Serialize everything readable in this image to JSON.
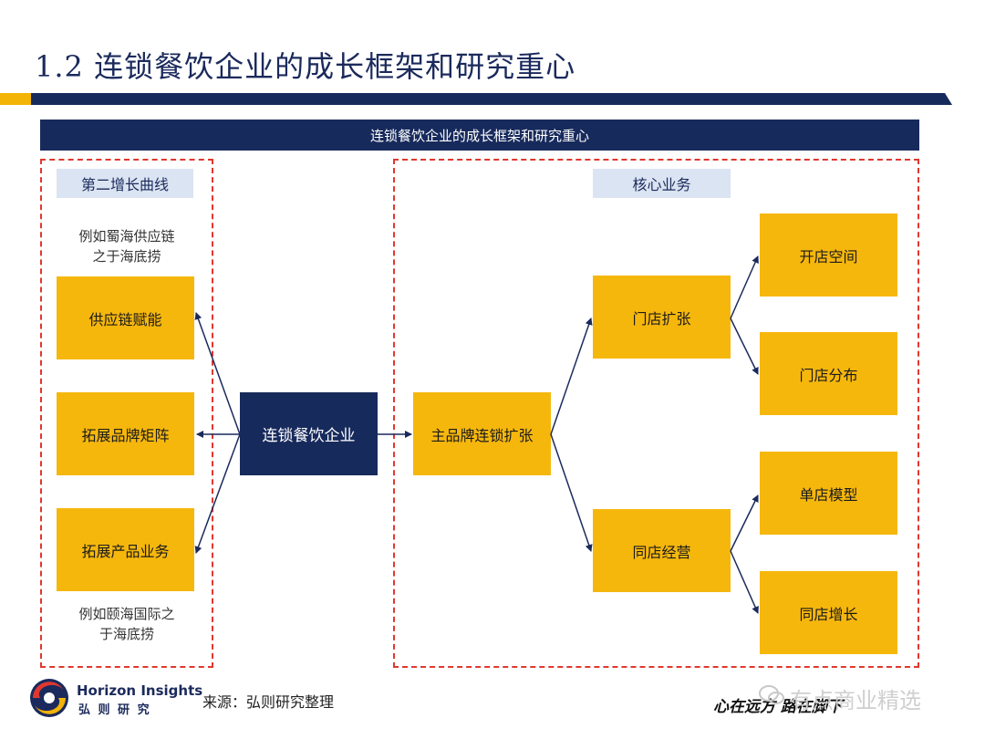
{
  "title": "1.2 连锁餐饮企业的成长框架和研究重心",
  "header_bar": "连锁餐饮企业的成长框架和研究重心",
  "left_panel": {
    "label": "第二增长曲线",
    "note_top": [
      "例如蜀海供应链",
      "之于海底捞"
    ],
    "boxes": [
      "供应链赋能",
      "拓展品牌矩阵",
      "拓展产品业务"
    ],
    "note_bottom": [
      "例如颐海国际之",
      "于海底捞"
    ]
  },
  "center_box": "连锁餐饮企业",
  "right_panel": {
    "label": "核心业务",
    "main_box": "主品牌连锁扩张",
    "mid_boxes": [
      "门店扩张",
      "同店经营"
    ],
    "leaf_boxes": [
      "开店空间",
      "门店分布",
      "单店模型",
      "同店增长"
    ]
  },
  "footer": {
    "logo_en": "Horizon Insights",
    "logo_cn": "弘 则 研 究",
    "source": "来源：弘则研究整理",
    "slogan": "心在远方 路在脚下",
    "watermark": "有点商业精选"
  },
  "colors": {
    "navy": "#172a5c",
    "gold": "#f6b70d",
    "accent_gold": "#f3b307",
    "dash_red": "#e0382f",
    "label_bg": "#dbe4f2"
  }
}
